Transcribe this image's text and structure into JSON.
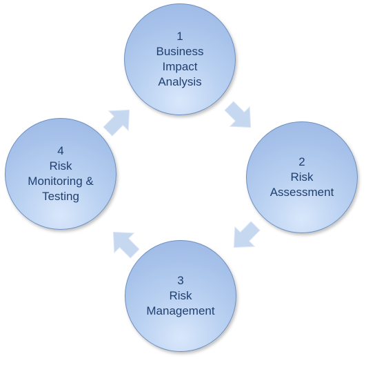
{
  "nodes": [
    {
      "number": "1",
      "lines": [
        "Business",
        "Impact",
        "Analysis"
      ]
    },
    {
      "number": "2",
      "lines": [
        "Risk",
        "Assessment"
      ]
    },
    {
      "number": "3",
      "lines": [
        "Risk",
        "Management"
      ]
    },
    {
      "number": "4",
      "lines": [
        "Risk",
        "Monitoring &",
        "Testing"
      ]
    }
  ],
  "colors": {
    "node_fill": "#a7c2ea",
    "node_border": "#6f8fbf",
    "node_text": "#1f3f70",
    "arrow_fill": "#c6d7f0",
    "arrow_stroke": "#dbe6f6"
  }
}
